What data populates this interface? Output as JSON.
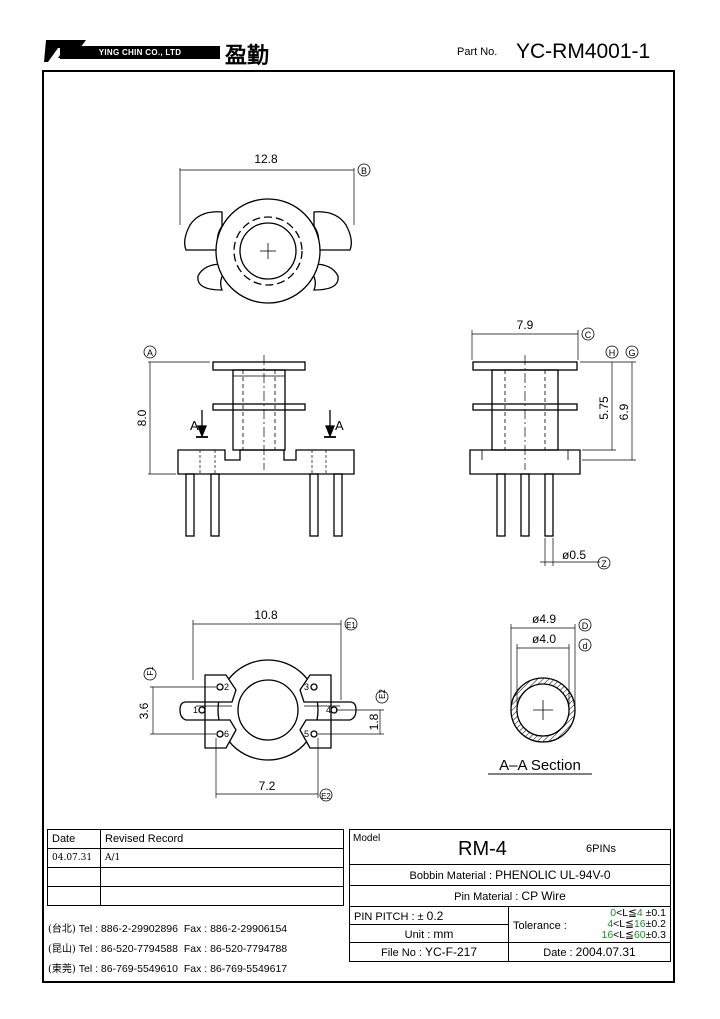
{
  "header": {
    "company": "YING CHIN CO., LTD",
    "company_cn": "盈勤",
    "part_label": "Part No.",
    "part_no": "YC-RM4001-1"
  },
  "dims": {
    "top_width": "12.8",
    "top_ref": "B",
    "front_height": "8.0",
    "front_ref": "A",
    "section_arrow": "A",
    "side_width": "7.9",
    "side_ref": "C",
    "side_h1": "5.75",
    "side_h1_ref": "H",
    "side_h2": "6.9",
    "side_h2_ref": "G",
    "pin_dia": "ø0.5",
    "pin_ref": "Z",
    "bottom_width": "10.8",
    "bottom_ref": "E1",
    "bottom_pitch_v": "3.6",
    "bottom_pitch_ref": "F1",
    "bottom_gap": "1.8",
    "bottom_gap_ref": "E2",
    "bottom_span": "7.2",
    "bottom_span_ref": "E2",
    "pins": [
      "1",
      "2",
      "3",
      "4",
      "5",
      "6"
    ],
    "sec_outer": "ø4.9",
    "sec_outer_ref": "D",
    "sec_inner": "ø4.0",
    "sec_inner_ref": "d",
    "section_title": "A–A  Section"
  },
  "revision": {
    "col_date": "Date",
    "col_record": "Revised  Record",
    "rows": [
      {
        "date": "04.07.31",
        "record": "A/1"
      },
      {
        "date": "",
        "record": ""
      },
      {
        "date": "",
        "record": ""
      }
    ]
  },
  "contacts": [
    {
      "city": "(台北)",
      "tel": "Tel : 886-2-29902896",
      "fax": "Fax : 886-2-29906154"
    },
    {
      "city": "(昆山)",
      "tel": "Tel : 86-520-7794588",
      "fax": "Fax : 86-520-7794788"
    },
    {
      "city": "(東莞)",
      "tel": "Tel : 86-769-5549610",
      "fax": "Fax : 86-769-5549617"
    }
  ],
  "spec": {
    "model_label": "Model",
    "model": "RM-4",
    "pins": "6PINs",
    "bobbin_label": "Bobbin  Material :",
    "bobbin": "PHENOLIC UL-94V-0",
    "pinmat_label": "Pin  Material :",
    "pinmat": "CP Wire",
    "pitch_label": "PIN  PITCH : ±",
    "pitch": "0.2",
    "unit_label": "Unit :",
    "unit": "mm",
    "file_label": "File  No :",
    "file": "YC-F-217",
    "tol_label": "Tolerance :",
    "tol1_a": "0",
    "tol1_b": "<L≦",
    "tol1_c": "4",
    "tol1_d": "±0.1",
    "tol2_a": "4",
    "tol2_b": "<L≦",
    "tol2_c": "16",
    "tol2_d": "±0.2",
    "tol3_a": "16",
    "tol3_b": "<L≦",
    "tol3_c": "60",
    "tol3_d": "±0.3",
    "date_label": "Date :",
    "date": "2004.07.31"
  }
}
